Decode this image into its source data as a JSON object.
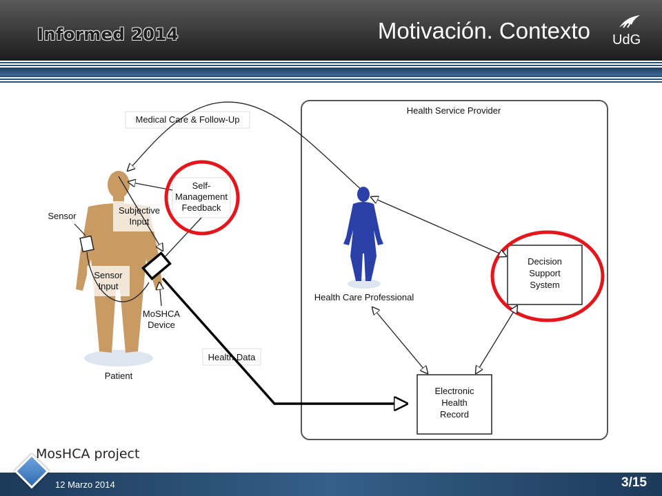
{
  "header": {
    "brand": "Informed 2014",
    "title": "Motivación. Contexto",
    "logo_text": "UdG"
  },
  "diagram": {
    "medical_care": "Medical Care & Follow-Up",
    "provider_title": "Health Service Provider",
    "self_line1": "Self-",
    "self_line2": "Management",
    "self_line3": "Feedback",
    "subjective_line1": "Subjective",
    "subjective_line2": "Input",
    "sensor": "Sensor",
    "sensor_input_line1": "Sensor",
    "sensor_input_line2": "Input",
    "moshca_line1": "MoSHCA",
    "moshca_line2": "Device",
    "patient": "Patient",
    "health_data": "Health Data",
    "hcp": "Health Care Professional",
    "dss_line1": "Decision",
    "dss_line2": "Support",
    "dss_line3": "System",
    "ehr_line1": "Electronic",
    "ehr_line2": "Health",
    "ehr_line3": "Record"
  },
  "caption": "MosHCA project",
  "footer": {
    "date": "12 Marzo 2014",
    "page": "3/15"
  },
  "colors": {
    "patient": "#c89a64",
    "professional": "#2a3fa8",
    "highlight": "#e4161c",
    "header_dark": "#1c1c1c",
    "footer_blue": "#2a4f78"
  }
}
